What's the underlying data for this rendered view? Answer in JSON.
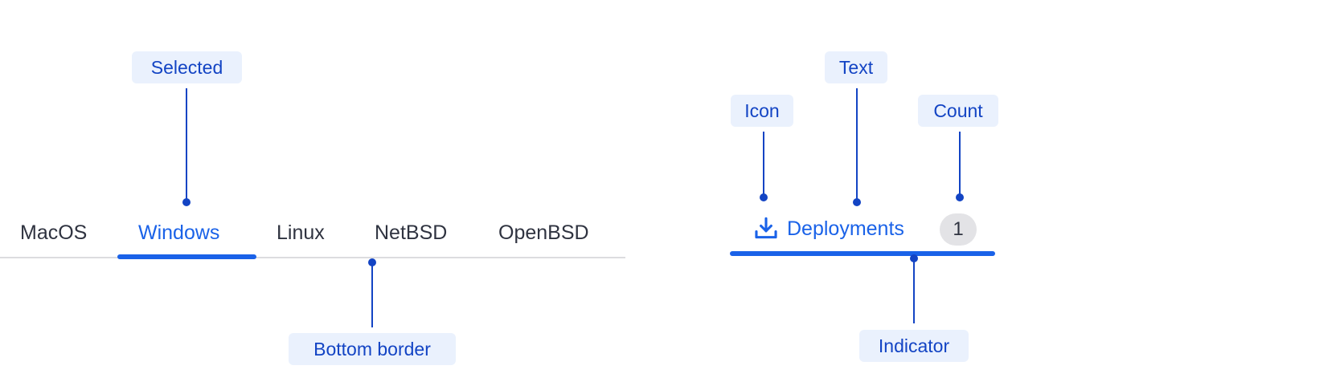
{
  "tabs": [
    {
      "label": "MacOS",
      "selected": false
    },
    {
      "label": "Windows",
      "selected": true
    },
    {
      "label": "Linux",
      "selected": false
    },
    {
      "label": "NetBSD",
      "selected": false
    },
    {
      "label": "OpenBSD",
      "selected": false
    }
  ],
  "icon_tab": {
    "icon": "download-icon",
    "label": "Deployments",
    "count": "1"
  },
  "callouts": {
    "selected": "Selected",
    "bottom_border": "Bottom border",
    "icon": "Icon",
    "text": "Text",
    "count": "Count",
    "indicator": "Indicator"
  },
  "colors": {
    "accent": "#1a62e8",
    "callout_text": "#1344c4",
    "callout_bg": "#eaf1fd",
    "tab_text": "#2f3340",
    "border": "#dcdcdf",
    "badge_bg": "#e3e3e6"
  }
}
